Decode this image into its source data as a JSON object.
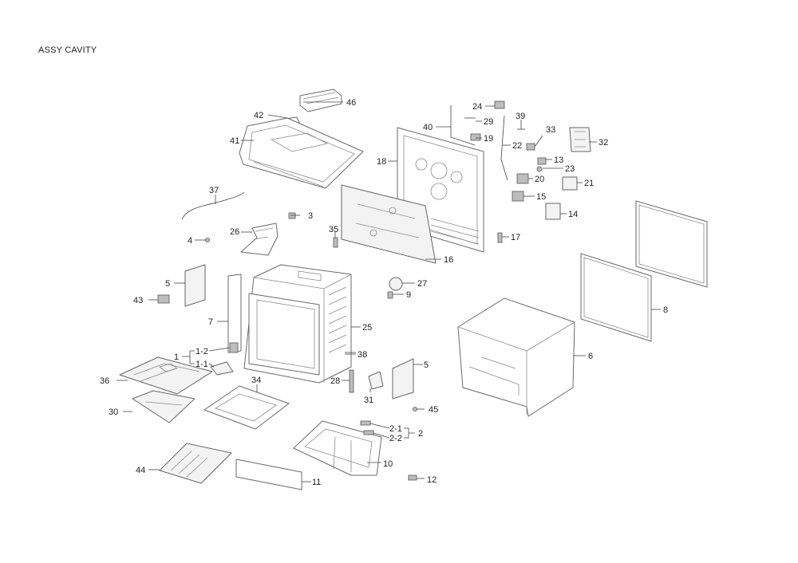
{
  "title": "ASSY CAVITY",
  "callouts": {
    "c1": "1",
    "c1_1": "1-1",
    "c1_2": "1-2",
    "c2": "2",
    "c2_1": "2-1",
    "c2_2": "2-2",
    "c3": "3",
    "c4": "4",
    "c5a": "5",
    "c5b": "5",
    "c6": "6",
    "c7": "7",
    "c8": "8",
    "c9": "9",
    "c10": "10",
    "c11": "11",
    "c12": "12",
    "c13": "13",
    "c14": "14",
    "c15": "15",
    "c16": "16",
    "c17": "17",
    "c18": "18",
    "c19": "19",
    "c20": "20",
    "c21": "21",
    "c22": "22",
    "c23": "23",
    "c24": "24",
    "c25": "25",
    "c26": "26",
    "c27": "27",
    "c28": "28",
    "c29": "29",
    "c30": "30",
    "c31": "31",
    "c32": "32",
    "c33": "33",
    "c34": "34",
    "c35": "35",
    "c36": "36",
    "c37": "37",
    "c38": "38",
    "c39": "39",
    "c40": "40",
    "c41": "41",
    "c42": "42",
    "c43": "43",
    "c44": "44",
    "c45": "45",
    "c46": "46"
  }
}
